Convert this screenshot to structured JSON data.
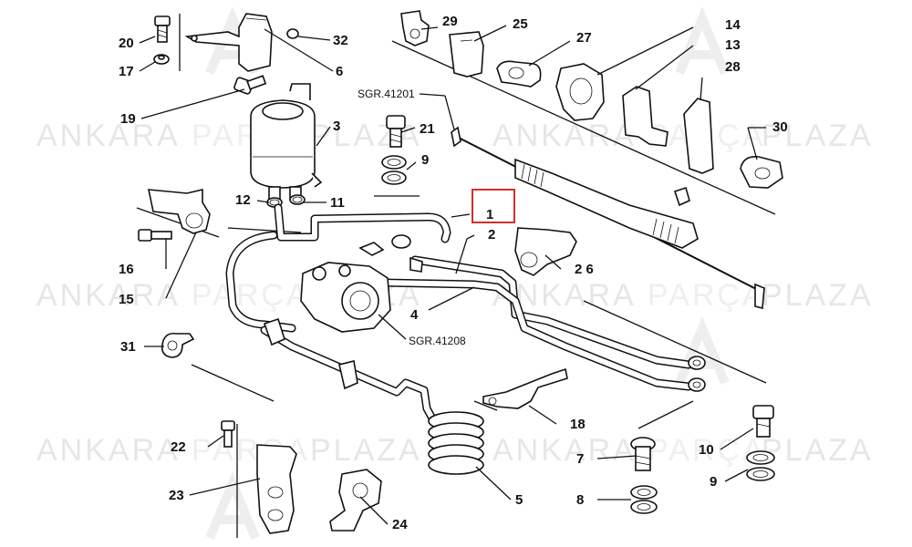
{
  "watermark": {
    "word1": "ANKARA",
    "word2": "PARÇA",
    "word3": "PLAZA"
  },
  "colors": {
    "ink": "#111111",
    "watermark": "#e6e6e6",
    "highlight": "#d62c2c"
  },
  "references": {
    "ref1": "SGR.41201",
    "ref2": "SGR.41208"
  },
  "highlighted_callout": "1",
  "callouts": {
    "c1": "1",
    "c2": "2",
    "c3": "3",
    "c4": "4",
    "c5": "5",
    "c6": "6",
    "c7": "7",
    "c8": "8",
    "c9a": "9",
    "c9b": "9",
    "c10": "10",
    "c11": "11",
    "c12": "12",
    "c13": "13",
    "c14": "14",
    "c15": "15",
    "c16": "16",
    "c17": "17",
    "c18": "18",
    "c19": "19",
    "c20": "20",
    "c21": "21",
    "c22": "22",
    "c23": "23",
    "c24": "24",
    "c25": "25",
    "c26": "2 6",
    "c27": "27",
    "c28": "28",
    "c29": "29",
    "c30": "30",
    "c31": "31",
    "c32": "32"
  }
}
